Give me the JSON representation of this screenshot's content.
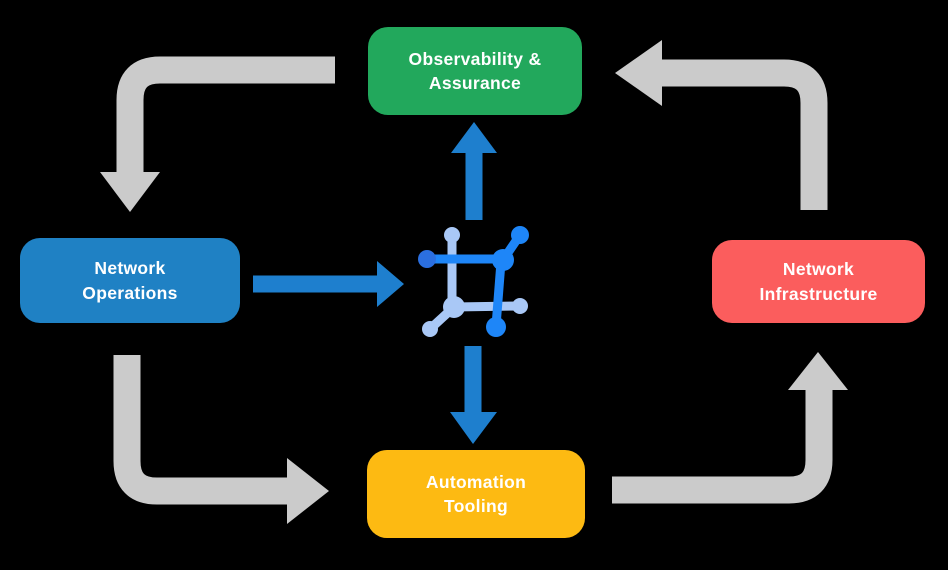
{
  "diagram": {
    "nodes": [
      {
        "id": "observability-assurance",
        "label": "Observability & Assurance",
        "color": "#22A85C"
      },
      {
        "id": "network-operations",
        "label": "Network Operations",
        "color": "#1F81C4"
      },
      {
        "id": "network-infrastructure",
        "label": "Network Infrastructure",
        "color": "#FB5D5D"
      },
      {
        "id": "automation-tooling",
        "label": "Automation Tooling",
        "color": "#FDBA12"
      }
    ],
    "center_icon": "network-automation-icon",
    "edges": {
      "gray_cycle": [
        {
          "from": "Observability & Assurance",
          "to": "Network Operations"
        },
        {
          "from": "Network Operations",
          "to": "Automation Tooling"
        },
        {
          "from": "Automation Tooling",
          "to": "Network Infrastructure"
        },
        {
          "from": "Network Infrastructure",
          "to": "Observability & Assurance"
        }
      ],
      "blue_links": [
        {
          "from": "Network Operations",
          "to": "center-icon"
        },
        {
          "from": "center-icon",
          "to": "Observability & Assurance"
        },
        {
          "from": "center-icon",
          "to": "Automation Tooling"
        }
      ]
    },
    "colors": {
      "background": "#000000",
      "text": "#FFFFFF",
      "arrow_gray": "#CBCBCB",
      "arrow_blue": "#1E7FCE",
      "icon_blue": "#1E86F8",
      "icon_blue_deep": "#2B6FE0",
      "icon_light_blue": "#A9C8F6"
    }
  }
}
